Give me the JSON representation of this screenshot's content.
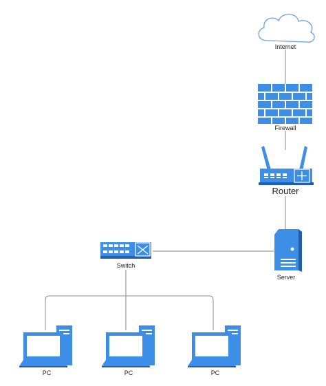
{
  "diagram": {
    "nodes": {
      "internet": {
        "label": "Internet",
        "icon": "cloud-icon"
      },
      "firewall": {
        "label": "Firewall",
        "icon": "brick-wall-icon"
      },
      "router": {
        "label": "Router",
        "icon": "wireless-router-icon"
      },
      "server": {
        "label": "Server",
        "icon": "tower-server-icon"
      },
      "switch": {
        "label": "Switch",
        "icon": "network-switch-icon"
      },
      "pcs": [
        {
          "label": "PC",
          "icon": "desktop-computer-icon"
        },
        {
          "label": "PC",
          "icon": "desktop-computer-icon"
        },
        {
          "label": "PC",
          "icon": "desktop-computer-icon"
        }
      ]
    },
    "edges": [
      [
        "internet",
        "firewall"
      ],
      [
        "firewall",
        "router"
      ],
      [
        "router",
        "server"
      ],
      [
        "server",
        "switch"
      ],
      [
        "switch",
        "pc-1"
      ],
      [
        "switch",
        "pc-2"
      ],
      [
        "switch",
        "pc-3"
      ]
    ],
    "colors": {
      "device_blue": "#3d8ee6",
      "device_dark": "#1f5fae",
      "cloud_outline": "#6b9fd8",
      "connector_gray": "#8a8a8a"
    }
  }
}
